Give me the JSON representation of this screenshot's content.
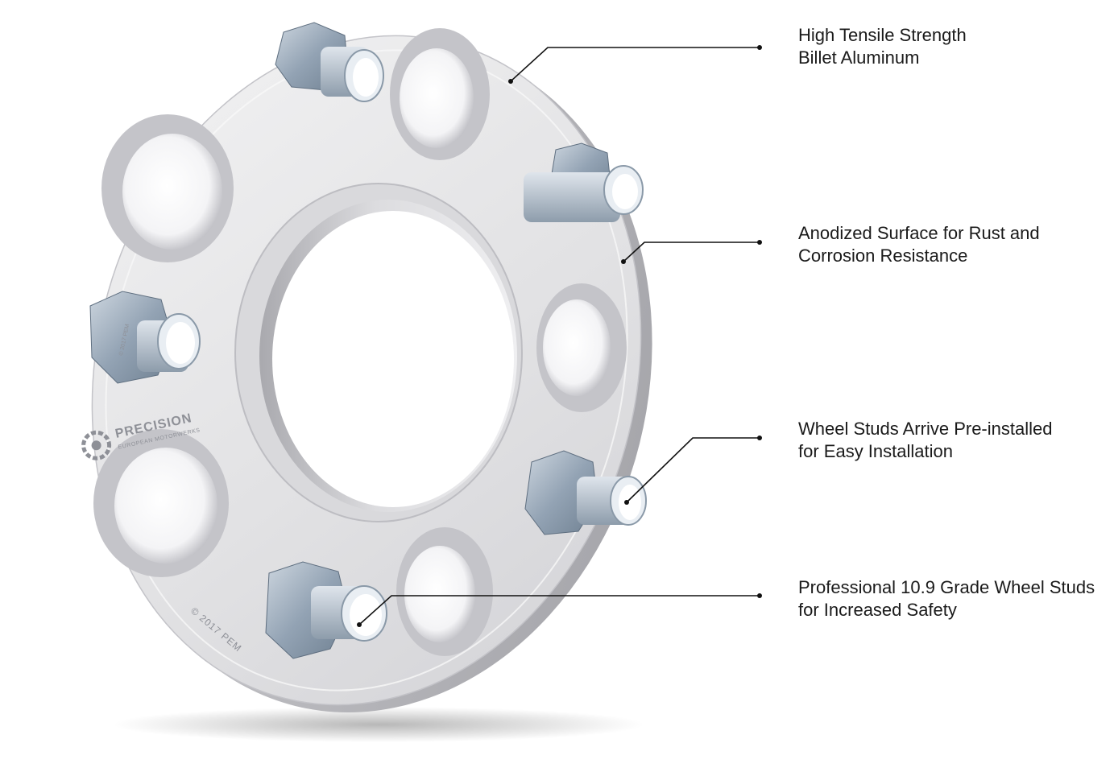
{
  "brand": {
    "name": "PRECISION",
    "tagline": "EUROPEAN MOTORWERKS",
    "engraving": "© 2017 PEM"
  },
  "callouts": [
    {
      "line1": "High Tensile Strength",
      "line2": "Billet Aluminum"
    },
    {
      "line1": "Anodized Surface for Rust and",
      "line2": "Corrosion Resistance"
    },
    {
      "line1": "Wheel Studs Arrive Pre-installed",
      "line2": "for Easy Installation"
    },
    {
      "line1": "Professional 10.9 Grade Wheel Studs",
      "line2": "for Increased Safety"
    }
  ],
  "colors": {
    "aluminum": "#e4e4e6",
    "aluminum_shadow": "#b9b9be",
    "stud_steel": "#a9b7c6",
    "leader_line": "#111111",
    "text": "#1a1a1a"
  }
}
